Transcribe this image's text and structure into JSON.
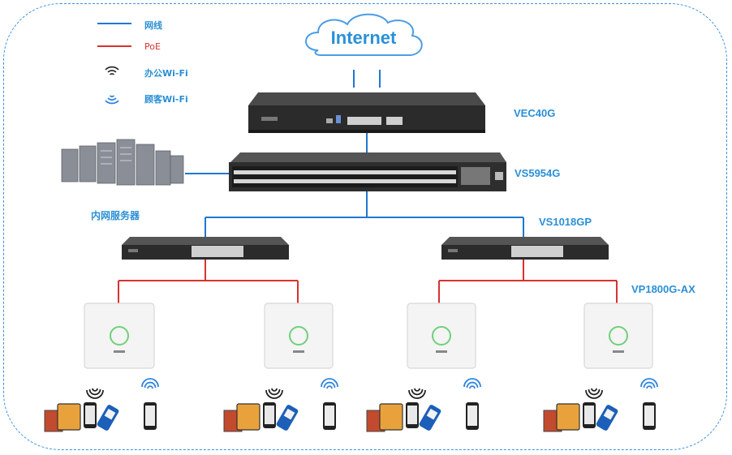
{
  "legend": {
    "network_line": "网线",
    "poe_line": "PoE",
    "office_wifi": "办公Wi-Fi",
    "guest_wifi": "顾客Wi-Fi"
  },
  "cloud": {
    "label": "Internet"
  },
  "devices": {
    "gateway": "VEC40G",
    "core_switch": "VS5954G",
    "poe_switch": "VS1018GP",
    "access_point": "VP1800G-AX",
    "server": "内网服务器"
  },
  "colors": {
    "network_line": "#1f78d1",
    "poe_line": "#d8322e",
    "office_wifi_icon": "#222222",
    "guest_wifi_icon": "#2f86e0",
    "border": "#3b8fe0"
  },
  "icons": {
    "cloud": "cloud-icon",
    "office_wifi": "wifi-black-icon",
    "guest_wifi": "wifi-blue-icon",
    "server": "server-rack-icon",
    "ap": "ceiling-access-point-icon",
    "phone": "smartphone-icon",
    "pos": "pos-terminal-icon",
    "tablet": "tablet-icon"
  }
}
